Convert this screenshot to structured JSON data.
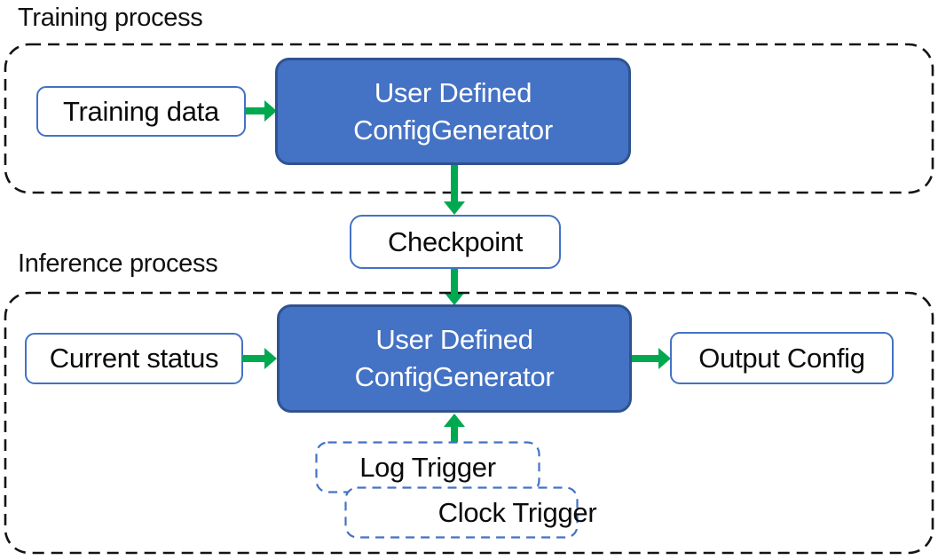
{
  "labels": {
    "training_process": "Training process",
    "inference_process": "Inference process"
  },
  "training": {
    "input_box": "Training data",
    "generator_line1": "User Defined",
    "generator_line2": "ConfigGenerator"
  },
  "checkpoint": {
    "label": "Checkpoint"
  },
  "inference": {
    "input_box": "Current status",
    "generator_line1": "User Defined",
    "generator_line2": "ConfigGenerator",
    "output_box": "Output Config",
    "triggers": [
      "Log Trigger",
      "Clock Trigger"
    ]
  },
  "colors": {
    "generator_fill": "#4472C4",
    "generator_border": "#2F5391",
    "node_border": "#4472C4",
    "trigger_border": "#4472C4",
    "arrow_green": "#00A94F",
    "container_dash": "#141414",
    "text_dark": "#0a0a0a",
    "text_light": "#ffffff"
  }
}
